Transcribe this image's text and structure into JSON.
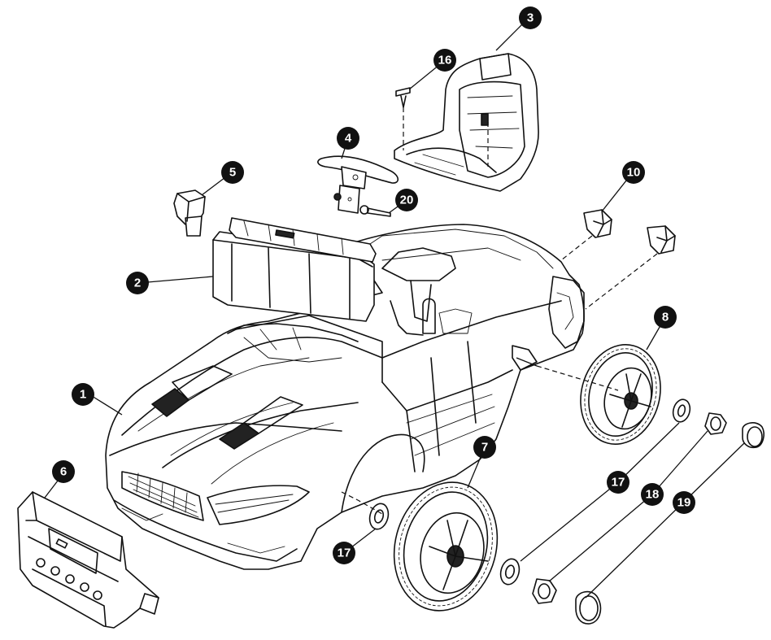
{
  "callouts": [
    {
      "id": "c1",
      "label": "1"
    },
    {
      "id": "c2",
      "label": "2"
    },
    {
      "id": "c3",
      "label": "3"
    },
    {
      "id": "c4",
      "label": "4"
    },
    {
      "id": "c5",
      "label": "5"
    },
    {
      "id": "c6",
      "label": "6"
    },
    {
      "id": "c7",
      "label": "7"
    },
    {
      "id": "c8",
      "label": "8"
    },
    {
      "id": "c10",
      "label": "10"
    },
    {
      "id": "c16",
      "label": "16"
    },
    {
      "id": "c17a",
      "label": "17"
    },
    {
      "id": "c17b",
      "label": "17"
    },
    {
      "id": "c18",
      "label": "18"
    },
    {
      "id": "c19",
      "label": "19"
    },
    {
      "id": "c20",
      "label": "20"
    }
  ]
}
